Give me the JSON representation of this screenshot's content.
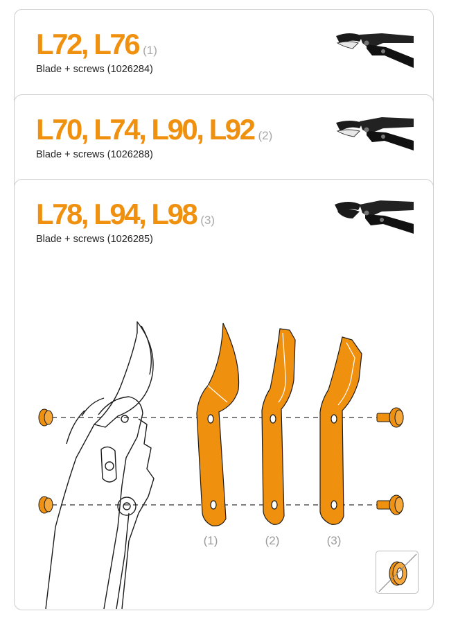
{
  "cards": [
    {
      "models": "L72, L76",
      "ref": "(1)",
      "subtitle": "Blade + screws (1026284)"
    },
    {
      "models": "L70, L74, L90, L92",
      "ref": "(2)",
      "subtitle": "Blade + screws (1026288)"
    },
    {
      "models": "L78, L94, L98",
      "ref": "(3)",
      "subtitle": "Blade + screws (1026285)"
    }
  ],
  "blade_labels": [
    "(1)",
    "(2)",
    "(3)"
  ],
  "colors": {
    "accent": "#f0900f",
    "outline": "#1a1a1a",
    "border": "#cfcfcf"
  },
  "icons": [
    "lopper-thumbnail-icon",
    "washer-not-included-icon"
  ]
}
